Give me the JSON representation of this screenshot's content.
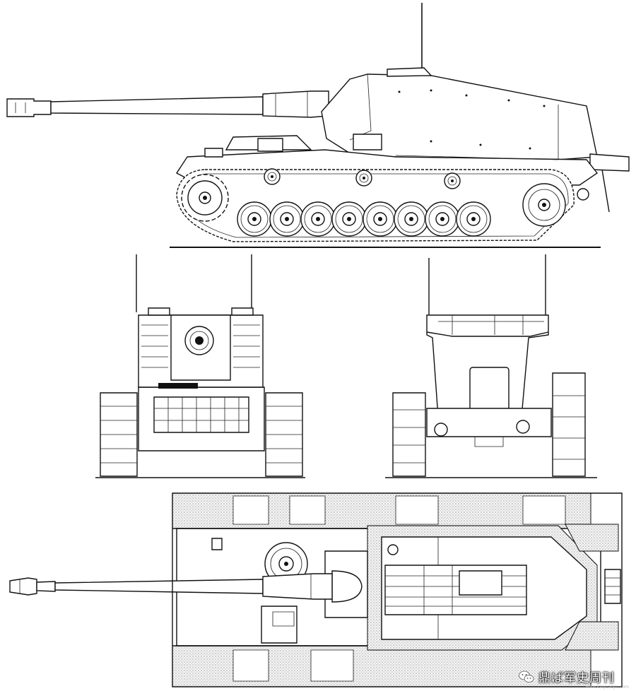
{
  "watermark": {
    "text": "鼎ば军史周刊",
    "icon": "wechat-icon"
  },
  "footer_url": "www.kaiyuanjiu.com",
  "views": [
    "side",
    "front",
    "rear",
    "top"
  ],
  "colors": {
    "ink": "#111111",
    "paper": "#ffffff"
  }
}
